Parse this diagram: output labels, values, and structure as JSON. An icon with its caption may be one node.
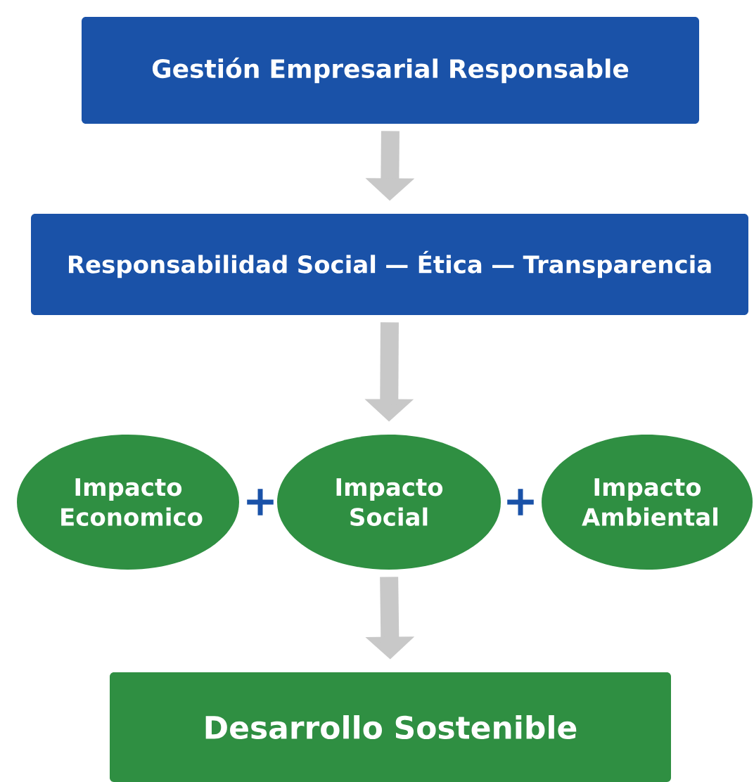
{
  "diagram": {
    "nodes": [
      {
        "text": [
          "Gestión Empresarial Responsable"
        ]
      },
      {
        "text": [
          "Responsabilidad Social — Ética — Transparencia"
        ]
      },
      {
        "text": [
          "Impacto Economico"
        ]
      },
      {
        "text": [
          "Impacto Social"
        ]
      },
      {
        "text": [
          "Impacto Ambiental"
        ]
      },
      {
        "text": [
          "Desarrollo Sostenible"
        ]
      }
    ],
    "edges": [
      {
        "from": 0,
        "to": 1,
        "arrow": "to"
      },
      {
        "from": 1,
        "to": 3,
        "arrow": "to"
      },
      {
        "from": 3,
        "to": 5,
        "arrow": "to"
      }
    ],
    "labels": [
      "+",
      "+"
    ]
  }
}
